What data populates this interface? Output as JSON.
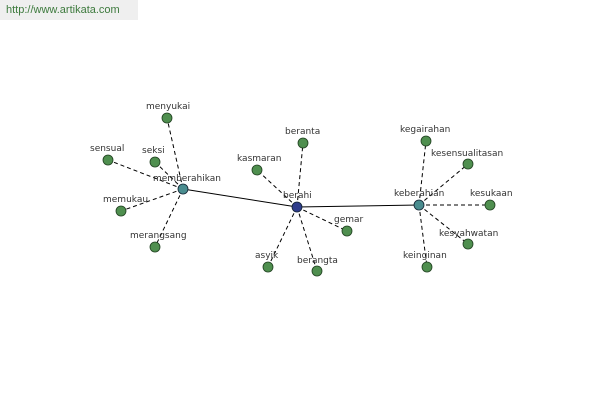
{
  "watermark": {
    "url": "http://www.artikata.com"
  },
  "colors": {
    "leaf": "#4f8f4f",
    "hub_memberahikan": "#4a8d8f",
    "hub_berahi": "#2f3d8c",
    "hub_keberahian": "#4a8d8f",
    "edge": "#000000",
    "url_text": "#3d7a3d"
  },
  "hubs": [
    {
      "id": "memberahikan",
      "label": "memberahikan"
    },
    {
      "id": "berahi",
      "label": "berahi"
    },
    {
      "id": "keberahian",
      "label": "keberahian"
    }
  ],
  "hub_edges": [
    {
      "from": "memberahikan",
      "to": "berahi"
    },
    {
      "from": "berahi",
      "to": "keberahian"
    }
  ],
  "leaves": [
    {
      "id": "menyukai",
      "label": "menyukai",
      "hub": "memberahikan"
    },
    {
      "id": "sensual",
      "label": "sensual",
      "hub": "memberahikan"
    },
    {
      "id": "seksi",
      "label": "seksi",
      "hub": "memberahikan"
    },
    {
      "id": "memukau",
      "label": "memukau",
      "hub": "memberahikan"
    },
    {
      "id": "merangsang",
      "label": "merangsang",
      "hub": "memberahikan"
    },
    {
      "id": "beranta",
      "label": "beranta",
      "hub": "berahi"
    },
    {
      "id": "kasmaran",
      "label": "kasmaran",
      "hub": "berahi"
    },
    {
      "id": "gemar",
      "label": "gemar",
      "hub": "berahi"
    },
    {
      "id": "asyik",
      "label": "asyik",
      "hub": "berahi"
    },
    {
      "id": "berangta",
      "label": "berangta",
      "hub": "berahi"
    },
    {
      "id": "kegairahan",
      "label": "kegairahan",
      "hub": "keberahian"
    },
    {
      "id": "kesensualitasan",
      "label": "kesensualitasan",
      "hub": "keberahian"
    },
    {
      "id": "kesukaan",
      "label": "kesukaan",
      "hub": "keberahian"
    },
    {
      "id": "kesyahwatan",
      "label": "kesyahwatan",
      "hub": "keberahian"
    },
    {
      "id": "keinginan",
      "label": "keinginan",
      "hub": "keberahian"
    }
  ]
}
